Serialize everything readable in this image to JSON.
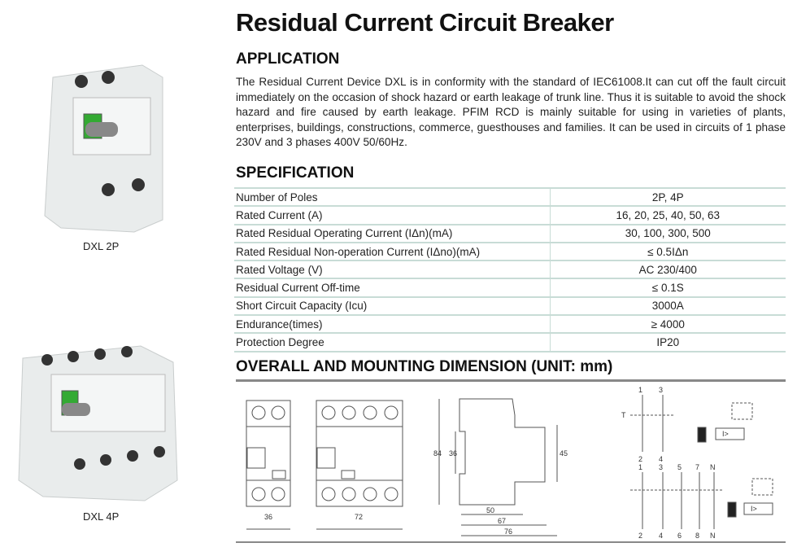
{
  "title": "Residual Current Circuit Breaker",
  "products": [
    {
      "label": "DXL 2P"
    },
    {
      "label": "DXL 4P"
    }
  ],
  "application": {
    "heading": "APPLICATION",
    "text": "The Residual Current Device DXL is in conformity with the standard of IEC61008.It can cut off the fault circuit immediately on the occasion of shock hazard or earth leakage of trunk line. Thus it is suitable to avoid the shock hazard and fire caused by earth leakage. PFIM RCD is mainly suitable for using in varieties of plants, enterprises, buildings, constructions, commerce, guesthouses and families. It can be used in circuits of 1 phase 230V and 3 phases 400V 50/60Hz."
  },
  "specification": {
    "heading": "SPECIFICATION",
    "rows": [
      {
        "label": "Number of Poles",
        "value": "2P, 4P"
      },
      {
        "label": "Rated Current (A)",
        "value": "16, 20, 25, 40, 50, 63"
      },
      {
        "label": "Rated Residual Operating Current (IΔn)(mA)",
        "value": "30, 100, 300, 500"
      },
      {
        "label": "Rated Residual Non-operation Current (IΔno)(mA)",
        "value": "≤ 0.5IΔn"
      },
      {
        "label": "Rated Voltage (V)",
        "value": "AC 230/400"
      },
      {
        "label": "Residual Current Off-time",
        "value": "≤ 0.1S"
      },
      {
        "label": "Short Circuit Capacity (Icu)",
        "value": "3000A"
      },
      {
        "label": "Endurance(times)",
        "value": "≥ 4000"
      },
      {
        "label": "Protection Degree",
        "value": "IP20"
      }
    ]
  },
  "dimension": {
    "heading": "OVERALL AND MOUNTING DIMENSION (UNIT: mm)",
    "width_2p": "36",
    "width_4p": "72",
    "height": "84",
    "rail": "36",
    "front": "45",
    "depth1": "50",
    "depth2": "67",
    "depth3": "76",
    "schematic_2p": {
      "top": [
        "1",
        "3"
      ],
      "bottom": [
        "2",
        "4"
      ],
      "test": "T",
      "relay": "I>"
    },
    "schematic_4p": {
      "top": [
        "1",
        "3",
        "5",
        "7",
        "N"
      ],
      "bottom": [
        "2",
        "4",
        "6",
        "8",
        "N"
      ],
      "relay": "I>"
    }
  }
}
